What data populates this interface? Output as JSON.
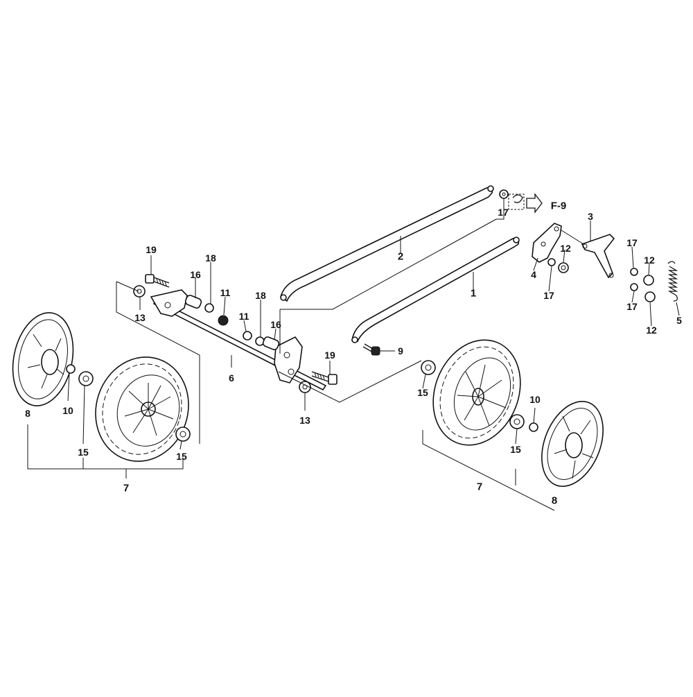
{
  "diagram": {
    "ref_code": "F-9",
    "callouts": [
      "1",
      "2",
      "3",
      "4",
      "5",
      "6",
      "7",
      "7",
      "8",
      "8",
      "9",
      "10",
      "10",
      "11",
      "11",
      "12",
      "12",
      "12",
      "13",
      "13",
      "15",
      "15",
      "15",
      "15",
      "16",
      "16",
      "17",
      "17",
      "17",
      "17",
      "18",
      "18",
      "19",
      "19"
    ]
  },
  "colors": {
    "ink": "#111111",
    "paper": "#ffffff"
  }
}
